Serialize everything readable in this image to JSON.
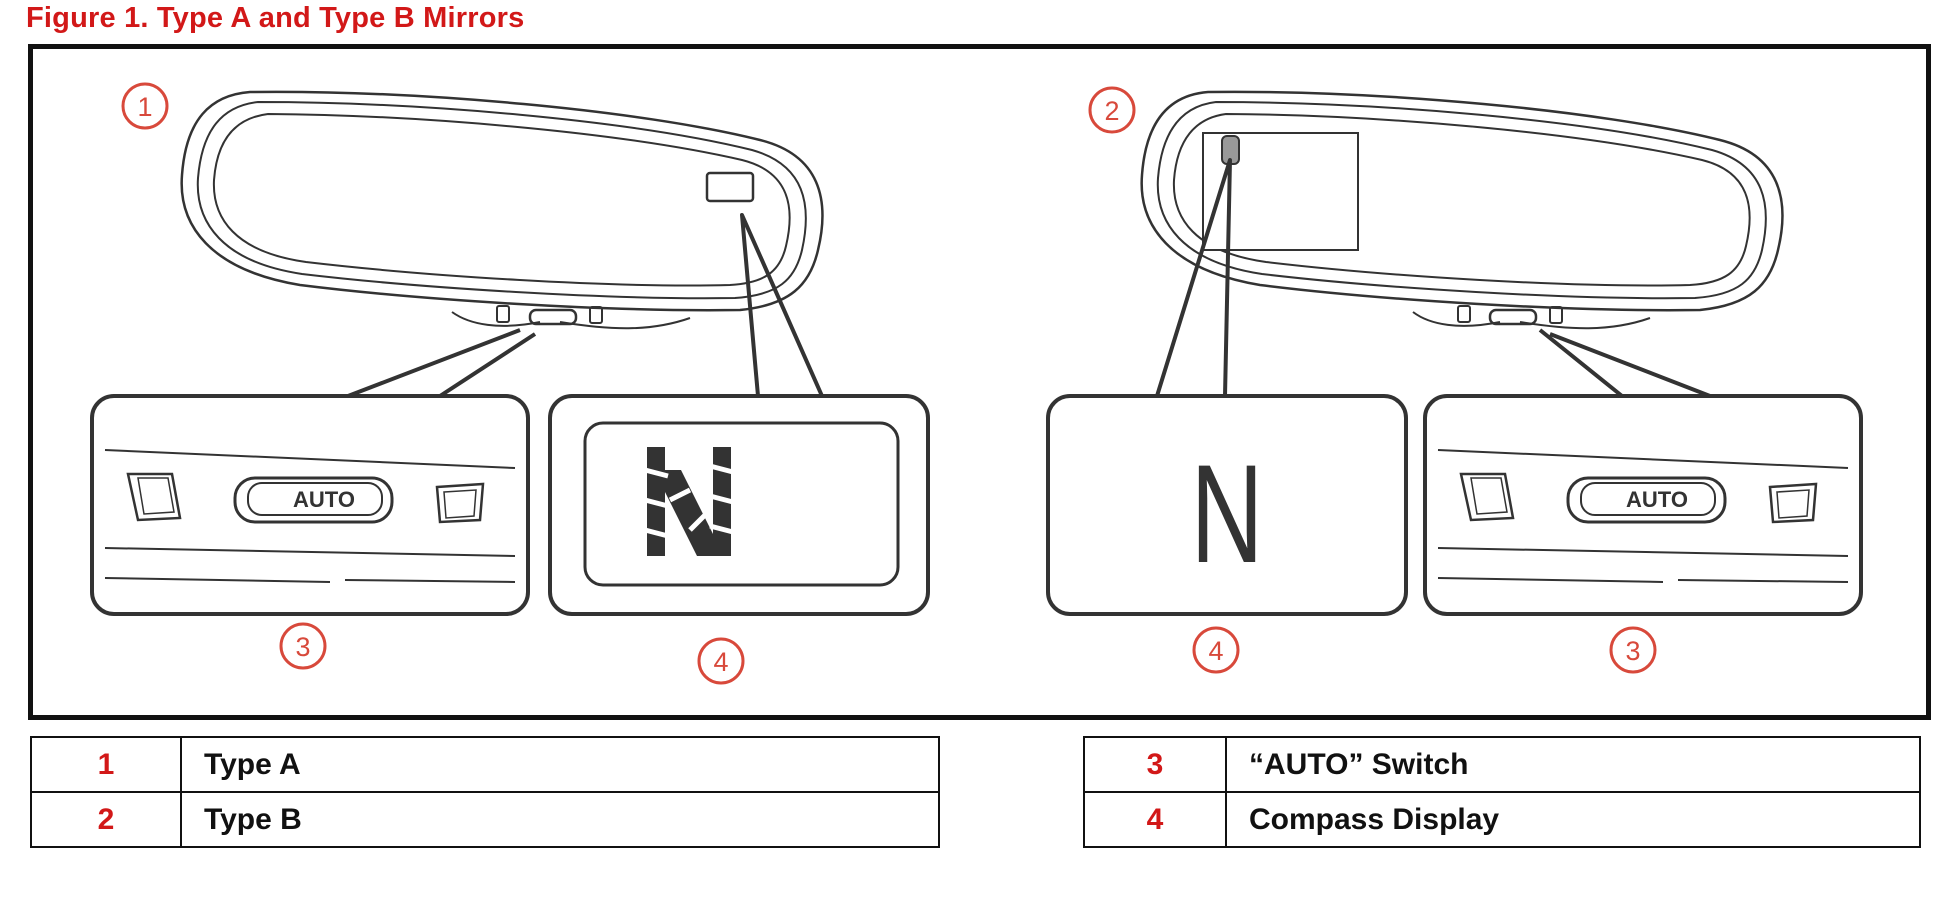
{
  "figure": {
    "title": "Figure 1. Type A and Type B Mirrors"
  },
  "diagram": {
    "callouts": {
      "type_a": "1",
      "type_b": "2",
      "switch_a": "3",
      "compass_a": "4",
      "compass_b": "4",
      "switch_b": "3"
    },
    "auto_label_a": "AUTO",
    "auto_label_b": "AUTO",
    "compass_letter": "N",
    "colors": {
      "callout": "#d8493b",
      "outline": "#333333",
      "title": "#d21818"
    }
  },
  "legend": {
    "left": [
      {
        "num": "1",
        "desc": "Type A"
      },
      {
        "num": "2",
        "desc": "Type B"
      }
    ],
    "right": [
      {
        "num": "3",
        "desc": "“AUTO” Switch"
      },
      {
        "num": "4",
        "desc": "Compass Display"
      }
    ]
  }
}
